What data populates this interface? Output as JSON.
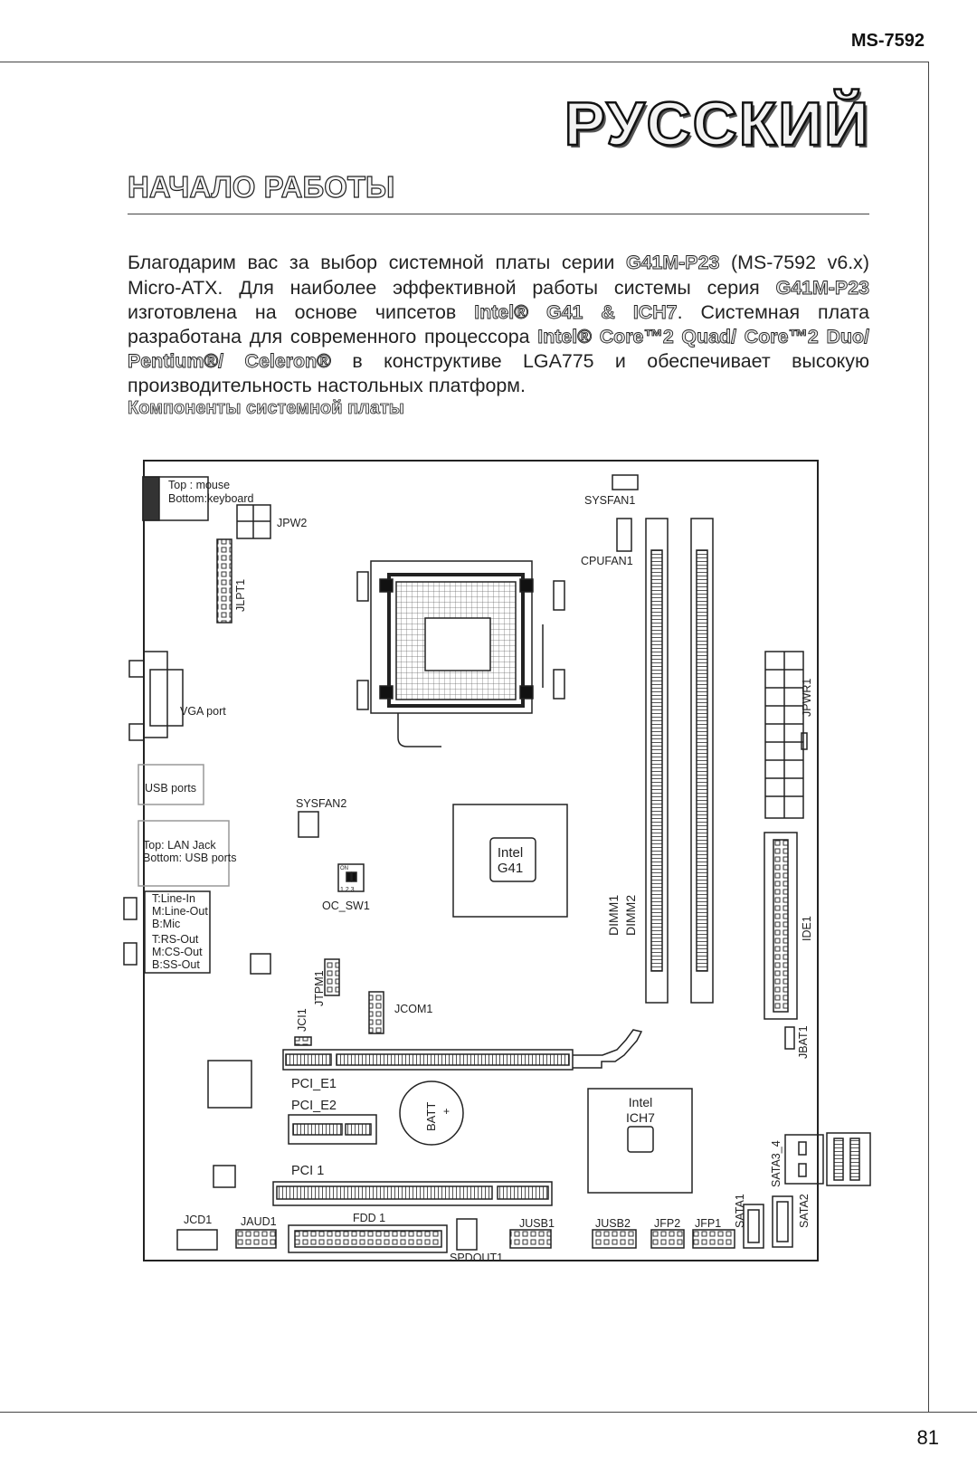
{
  "header": {
    "model": "MS-7592"
  },
  "page": {
    "language_title": "РУССКИЙ",
    "section_title": "НАЧАЛО РАБОТЫ",
    "paragraph": {
      "t1": "Благодарим вас за выбор системной платы серии ",
      "b1": "G41M-P23",
      "t2": " (MS-7592 v6.x) Micro-ATX. Для наиболее эффективной работы системы серия ",
      "b2": "G41M-P23",
      "t3": " изготовлена на основе чипсетов ",
      "b3": "Intel® G41 & ICH7",
      "t4": ". Системная плата разработана для современного процессора ",
      "b4": "Intel® Core™2 Quad/ Core™2 Duo/ Pentium®/ Celeron®",
      "t5": " в конструктиве LGA775 и обеспечивает высокую производительность настольных платформ."
    },
    "subsection_title": "Компоненты системной платы",
    "page_number": "81"
  },
  "diagram": {
    "labels": {
      "ps2_top": "Top : mouse",
      "ps2_bottom": "Bottom:keyboard",
      "jpw2": "JPW2",
      "jlpt1": "JLPT1",
      "sysfan1": "SYSFAN1",
      "cpufan1": "CPUFAN1",
      "vga": "VGA port",
      "jpwr1": "JPWR1",
      "usb_ports": "USB ports",
      "sysfan2": "SYSFAN2",
      "lan_top": "Top: LAN Jack",
      "lan_bottom": "Bottom: USB ports",
      "nb_line1": "Intel",
      "nb_line2": "G41",
      "dip_on": "ON",
      "dip_nums": "1 2 3",
      "oc_sw1": "OC_SW1",
      "audio_lines": [
        "T:Line-In",
        "M:Line-Out",
        "B:Mic",
        "T:RS-Out",
        "M:CS-Out",
        "B:SS-Out"
      ],
      "dimm1": "DIMM1",
      "dimm2": "DIMM2",
      "ide1": "IDE1",
      "jtpm1": "JTPM1",
      "jcom1": "JCOM1",
      "jci1": "JCI1",
      "jbat1": "JBAT1",
      "pci_e1": "PCI_E1",
      "pci_e2": "PCI_E2",
      "batt": "BATT",
      "batt_plus": "+",
      "sb_line1": "Intel",
      "sb_line2": "ICH7",
      "sata34": "SATA3_4",
      "pci1": "PCI 1",
      "sata1": "SATA1",
      "sata2": "SATA2",
      "jcd1": "JCD1",
      "jaud1": "JAUD1",
      "fdd1": "FDD 1",
      "jusb1": "JUSB1",
      "jusb2": "JUSB2",
      "jfp2": "JFP2",
      "jfp1": "JFP1",
      "spdout1": "SPDOUT1"
    }
  }
}
